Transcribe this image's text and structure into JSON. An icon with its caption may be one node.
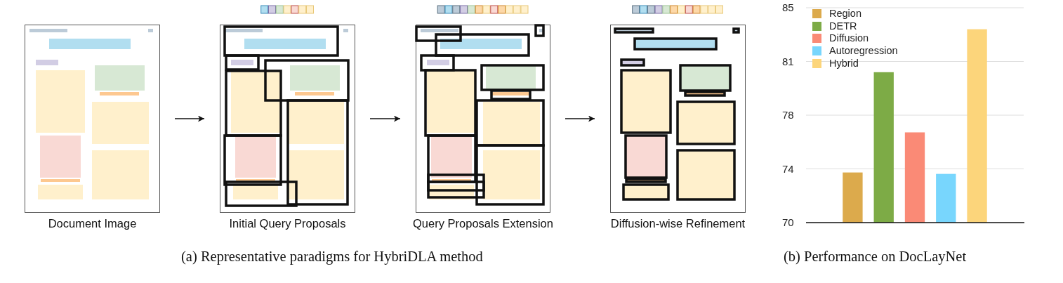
{
  "diagram": {
    "nodes": [
      {
        "text": [
          "Document Image"
        ]
      },
      {
        "text": [
          "Initial Query Proposals"
        ]
      },
      {
        "text": [
          "Query Proposals Extension"
        ]
      },
      {
        "text": [
          "Diffusion-wise Refinement"
        ]
      }
    ],
    "edges": [
      {
        "from": 0,
        "to": 1,
        "arrow": "to"
      },
      {
        "from": 1,
        "to": 2,
        "arrow": "to"
      },
      {
        "from": 2,
        "to": 3,
        "arrow": "to"
      }
    ],
    "labels": [
      "(a) Representative paradigms for HybriDLA method",
      "(b) Performance on DocLayNet"
    ],
    "legend": [
      {
        "text": "Region",
        "color": "#dcaa4c"
      },
      {
        "text": "DETR",
        "color": "#7dab46"
      },
      {
        "text": "Diffusion",
        "color": "#fa8a76"
      },
      {
        "text": "Autoregression",
        "color": "#78d6fd"
      },
      {
        "text": "Hybrid",
        "color": "#fcd57b"
      }
    ],
    "chart_data": {
      "type": "bar",
      "categories": [
        null,
        null,
        null,
        null,
        null,
        null,
        null
      ],
      "ylim": [
        70,
        85
      ],
      "grid": true,
      "yticks": [
        70,
        {
          "value": 73.75,
          "label": "74"
        },
        {
          "value": 77.5,
          "label": "78"
        },
        {
          "value": 81.25,
          "label": "81"
        },
        85
      ],
      "series": [
        {
          "values": [
            null,
            73.5,
            80.5,
            76.3,
            73.4,
            83.5,
            null
          ]
        }
      ]
    }
  }
}
